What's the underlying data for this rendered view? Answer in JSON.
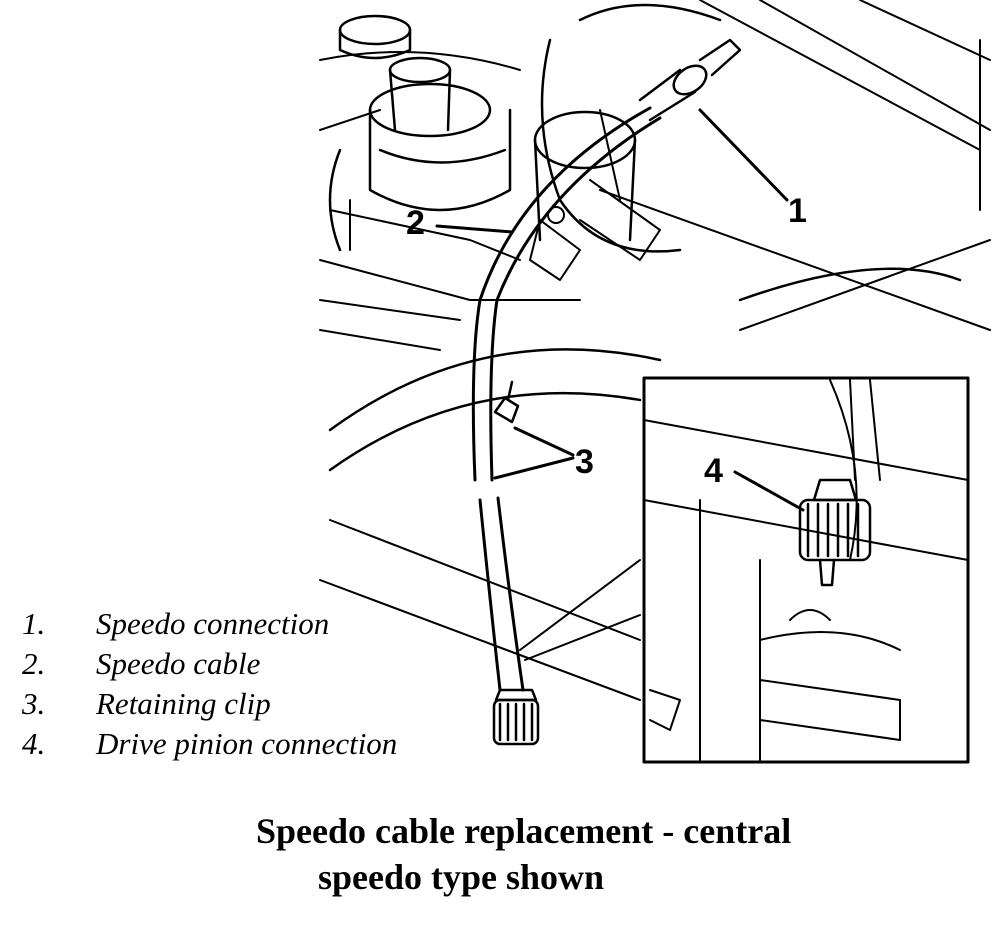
{
  "callouts": [
    "1",
    "2",
    "3",
    "4"
  ],
  "legend": [
    {
      "num": "1.",
      "text": "Speedo connection"
    },
    {
      "num": "2.",
      "text": "Speedo cable"
    },
    {
      "num": "3.",
      "text": "Retaining clip"
    },
    {
      "num": "4.",
      "text": "Drive pinion connection"
    }
  ],
  "caption": {
    "line1": "Speedo cable replacement - central",
    "line2": "speedo type shown"
  }
}
